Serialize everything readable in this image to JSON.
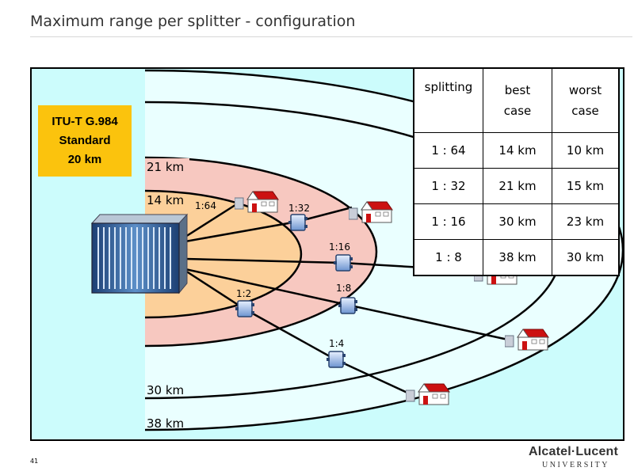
{
  "page": {
    "title": "Maximum range per splitter - configuration",
    "page_number": "41"
  },
  "standard_box": {
    "line1": "ITU-T G.984",
    "line2": "Standard",
    "line3": "20 km"
  },
  "ranges": {
    "r14": "14 km",
    "r21": "21 km",
    "r30": "30 km",
    "r38": "38 km"
  },
  "splitters": {
    "s64": "1:64",
    "s32": "1:32",
    "s16": "1:16",
    "s8": "1:8",
    "s2": "1:2",
    "s4": "1:4"
  },
  "table": {
    "headers": [
      {
        "line1": "splitting",
        "line2": ""
      },
      {
        "line1": "best",
        "line2": "case"
      },
      {
        "line1": "worst",
        "line2": "case"
      }
    ],
    "rows": [
      [
        "1 : 64",
        "14 km",
        "10 km"
      ],
      [
        "1 : 32",
        "21 km",
        "15 km"
      ],
      [
        "1 : 16",
        "30 km",
        "23 km"
      ],
      [
        "1 : 8",
        "38 km",
        "30 km"
      ]
    ]
  },
  "logo": {
    "brand": "Alcatel·Lucent",
    "sub": "UNIVERSITY"
  },
  "colors": {
    "background": "#ccfcfc",
    "zone_14km": "#fcd09a",
    "zone_21km": "#f7c8c0",
    "zone_30km": "#eaffff",
    "standard_box": "#fbc30d",
    "house_roof": "#cc1111"
  },
  "icons": [
    "olt-rack-icon",
    "splitter-icon",
    "house-icon"
  ]
}
